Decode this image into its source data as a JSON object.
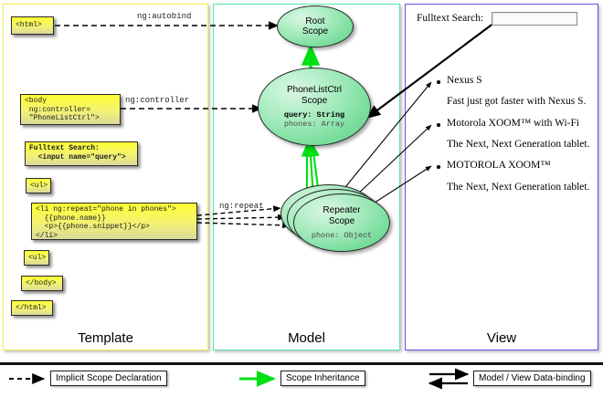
{
  "panels": {
    "template": {
      "label": "Template"
    },
    "model": {
      "label": "Model"
    },
    "view": {
      "label": "View"
    }
  },
  "template": {
    "boxes": [
      {
        "name": "html-open-box",
        "text": "<html>"
      },
      {
        "name": "body-controller-box",
        "text": "<body\n ng:controller=\n \"PhoneListCtrl\">"
      },
      {
        "name": "fulltext-search-box",
        "text": "Fulltext Search:\n  <input name=\"query\">"
      },
      {
        "name": "ul-open-box",
        "text": "<ul>"
      },
      {
        "name": "li-repeat-box",
        "text": "<li ng:repeat=\"phone in phones\">\n  {{phone.name}}\n  <p>{{phone.snippet}}</p>\n</li>"
      },
      {
        "name": "ul-close-box",
        "text": "<ul>"
      },
      {
        "name": "body-close-box",
        "text": "</body>"
      },
      {
        "name": "html-close-box",
        "text": "</html>"
      }
    ]
  },
  "connectors": {
    "autobind": "ng:autobind",
    "controller": "ng:controller",
    "repeat": "ng:repeat"
  },
  "model": {
    "scopes": [
      {
        "name": "root-scope",
        "title": "Root\nScope",
        "props": []
      },
      {
        "name": "phonelistctrl-scope",
        "title": "PhoneListCtrl\nScope",
        "props": [
          {
            "text": "query: String",
            "emphasis": "bold"
          },
          {
            "text": "phones: Array",
            "emphasis": "dim"
          }
        ]
      },
      {
        "name": "repeater-scope",
        "title": "Repeater\nScope",
        "props": [
          {
            "text": "phone: Object",
            "emphasis": "dim"
          }
        ]
      }
    ]
  },
  "view": {
    "search_label": "Fulltext Search:",
    "search_value": "",
    "items": [
      {
        "title": "Nexus S",
        "snippet": "Fast just got faster with Nexus S."
      },
      {
        "title": "Motorola XOOM™  with Wi-Fi",
        "snippet": "The Next, Next Generation tablet."
      },
      {
        "title": "MOTOROLA XOOM™",
        "snippet": "The Next, Next Generation tablet."
      }
    ]
  },
  "legend": [
    {
      "name": "legend-implicit-scope",
      "label": "Implicit Scope Declaration",
      "style": "dashed-arrow",
      "color": "#000000"
    },
    {
      "name": "legend-scope-inherit",
      "label": "Scope Inheritance",
      "style": "solid-arrow",
      "color": "#00e013"
    },
    {
      "name": "legend-data-binding",
      "label": "Model / View Data-binding",
      "style": "double-arrow",
      "color": "#000000"
    }
  ],
  "colors": {
    "template_border": "#f2ef46",
    "model_border": "#52eaa8",
    "view_border": "#6c4de8",
    "code_box_fill": "#ffff33",
    "scope_fill": "#7add9d",
    "inheritance_arrow": "#00e013"
  }
}
